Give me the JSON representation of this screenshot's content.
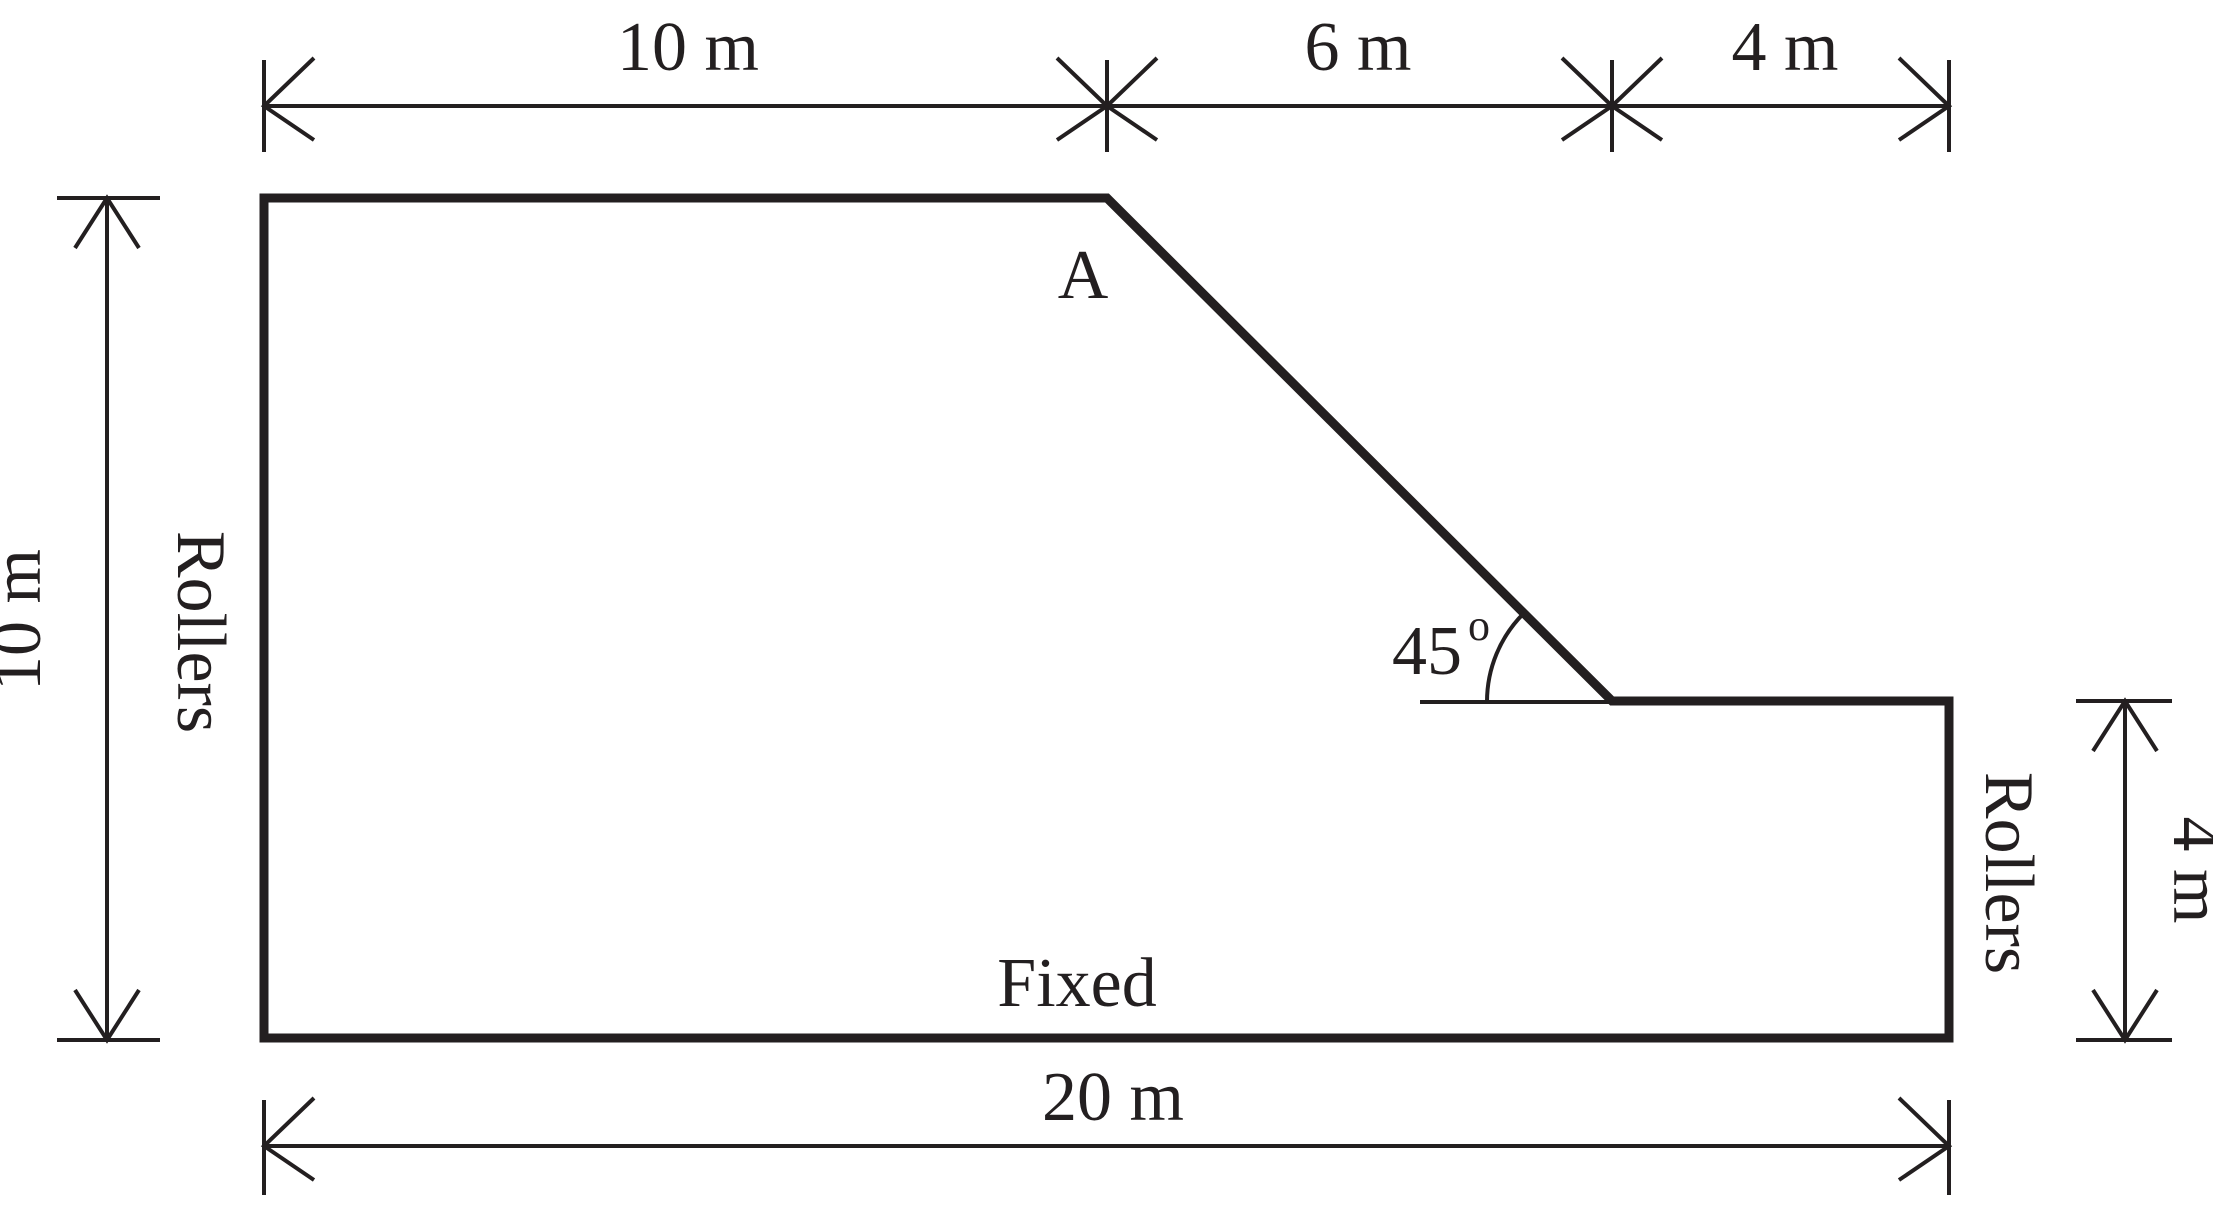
{
  "dimensions": {
    "top_left": "10 m",
    "top_middle": "6 m",
    "top_right": "4 m",
    "bottom": "20 m",
    "left": "10 m",
    "right": "4 m"
  },
  "labels": {
    "point": "A",
    "left_boundary": "Rollers",
    "right_boundary": "Rollers",
    "bottom_boundary": "Fixed",
    "angle": "45",
    "angle_unit": "o"
  }
}
